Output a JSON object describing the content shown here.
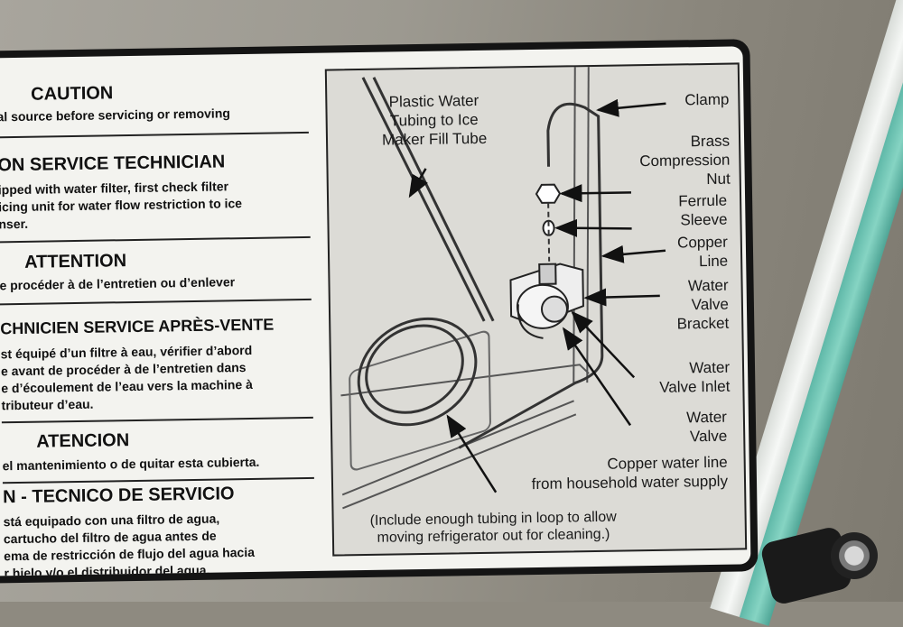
{
  "left_panel": {
    "caution_title": "CAUTION",
    "caution_line": "al source before servicing or removing",
    "service_title": "ON SERVICE TECHNICIAN",
    "service_lines": [
      "ipped with water filter, first check filter",
      "icing unit for water flow restriction to ice",
      "nser."
    ],
    "attention_title": "ATTENTION",
    "attention_line": "e procéder à de l’entretien ou d’enlever",
    "fr_service_title": "CHNICIEN SERVICE APRÈS-VENTE",
    "fr_service_lines": [
      "st équipé d’un filtre à eau, vérifier d’abord",
      "e avant de procéder à de l’entretien dans",
      "e d’écoulement de l’eau vers la machine à",
      "tributeur d’eau."
    ],
    "atencion_title": "ATENCION",
    "atencion_line": "el mantenimiento o de quitar esta cubierta.",
    "es_service_title": "N - TECNICO DE SERVICIO",
    "es_service_lines": [
      "stá equipado con una filtro de agua,",
      "cartucho del filtro de agua antes de",
      "ema de restricción de flujo del agua hacia",
      "r hielo y/o el distribuidor del agua."
    ]
  },
  "diagram": {
    "labels": {
      "plastic_tubing": [
        "Plastic Water",
        "Tubing to Ice",
        "Maker Fill Tube"
      ],
      "clamp": [
        "Clamp"
      ],
      "brass_nut": [
        "Brass",
        "Compression",
        "Nut"
      ],
      "ferrule": [
        "Ferrule",
        "Sleeve"
      ],
      "copper_line": [
        "Copper",
        "Line"
      ],
      "valve_bracket": [
        "Water",
        "Valve",
        "Bracket"
      ],
      "valve_inlet": [
        "Water",
        "Valve Inlet"
      ],
      "water_valve": [
        "Water",
        "Valve"
      ],
      "household_line": [
        "Copper water line",
        "from household water supply"
      ],
      "note": [
        "(Include enough tubing in loop to allow",
        "moving refrigerator out for cleaning.)"
      ]
    }
  },
  "colors": {
    "sticker_bg": "#f3f3ef",
    "diagram_bg": "#dcdbd6",
    "ink": "#111111",
    "teal_tube": "#6cc4b2"
  }
}
